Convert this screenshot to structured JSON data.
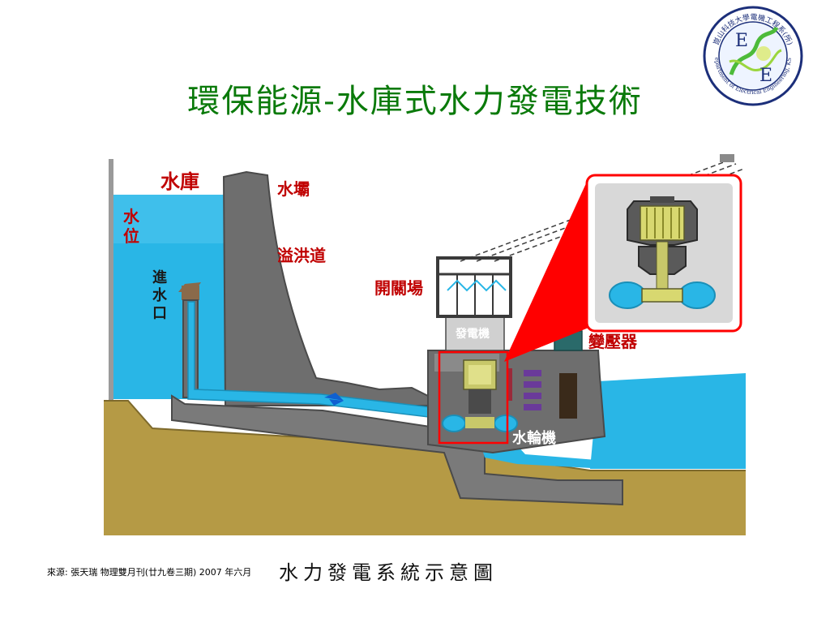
{
  "title": "環保能源-水庫式水力發電技術",
  "logo": {
    "letter_top": "E",
    "letter_bottom": "E",
    "arc_text_top": "崑山科技大學電機工程系(所)",
    "arc_text_bottom": "Department of Electrical Engineering, KSU"
  },
  "diagram": {
    "labels": {
      "reservoir": "水庫",
      "water_level": "水位",
      "intake": "進水口",
      "dam": "水壩",
      "spillway": "溢洪道",
      "switchyard": "開關場",
      "generator": "發電機",
      "transformer": "變壓器",
      "turbine": "水輪機"
    }
  },
  "source": "來源: 張天瑞 物理雙月刊(廿九卷三期) 2007 年六月",
  "caption": "水力發電系統示意圖",
  "colors": {
    "title": "#0a7a0a",
    "label": "#c00000",
    "water": "#29b6e6",
    "concrete": "#6e6e6e",
    "ground": "#b59a45",
    "highlight": "#ff0000"
  }
}
